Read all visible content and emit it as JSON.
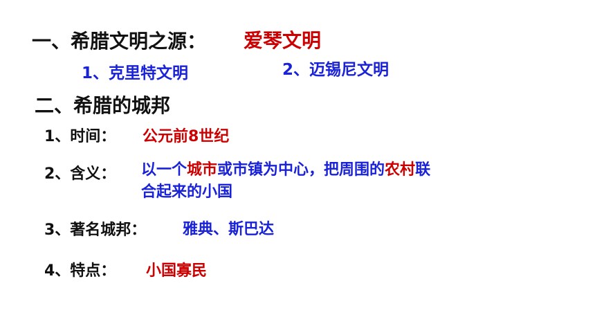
{
  "colors": {
    "black": "#111111",
    "red": "#cc0000",
    "blue": "#1a22d8"
  },
  "section1": {
    "label": "一、希腊文明之源：",
    "value": "爱琴文明"
  },
  "civs": {
    "item1": "1、克里特文明",
    "item2": "2、迈锡尼文明"
  },
  "section2": {
    "label": "二、希腊的城邦"
  },
  "time": {
    "label": "1、时间：",
    "value": "公元前8世纪"
  },
  "meaning": {
    "label": "2、含义：",
    "part1": "以一个",
    "part2": "城市",
    "part3": "或市镇为中心，把周围的",
    "part4": "农村",
    "part5": "联",
    "line2": "合起来的小国"
  },
  "famous": {
    "label": "3、著名城邦：",
    "value": "雅典、斯巴达"
  },
  "feature": {
    "label": "4、特点：",
    "value": "小国寡民"
  }
}
